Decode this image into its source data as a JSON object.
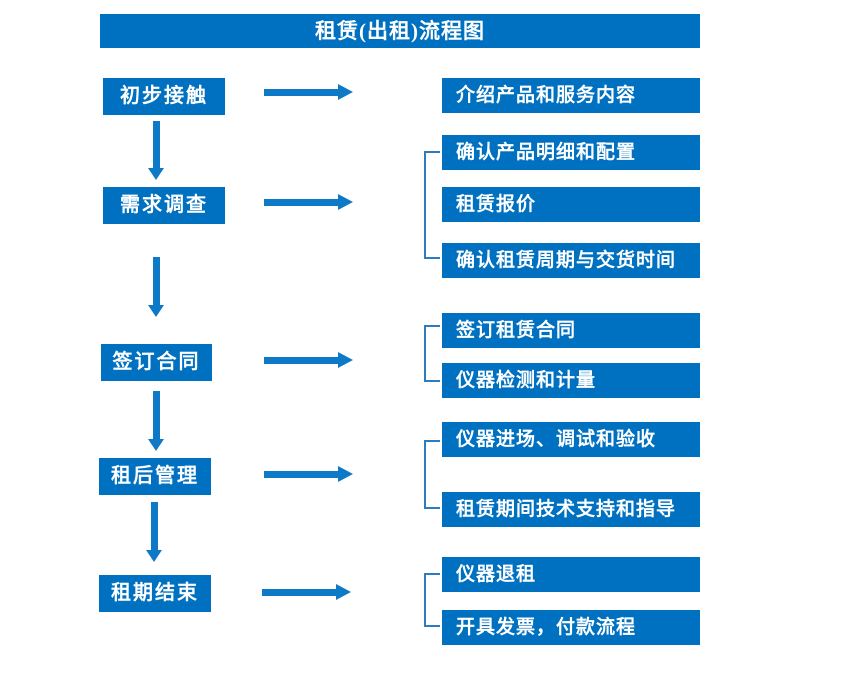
{
  "title": "租赁(出租)流程图",
  "colors": {
    "box_blue": "#0070c0",
    "arrow_blue": "#0e79c6",
    "bracket_blue": "#2e7bbf"
  },
  "steps": [
    {
      "label": "初步接触",
      "details": [
        "介绍产品和服务内容"
      ]
    },
    {
      "label": "需求调查",
      "details": [
        "确认产品明细和配置",
        "租赁报价",
        "确认租赁周期与交货时间"
      ]
    },
    {
      "label": "签订合同",
      "details": [
        "签订租赁合同",
        "仪器检测和计量"
      ]
    },
    {
      "label": "租后管理",
      "details": [
        "仪器进场、调试和验收",
        "租赁期间技术支持和指导"
      ]
    },
    {
      "label": "租期结束",
      "details": [
        "仪器退租",
        "开具发票，付款流程"
      ]
    }
  ]
}
